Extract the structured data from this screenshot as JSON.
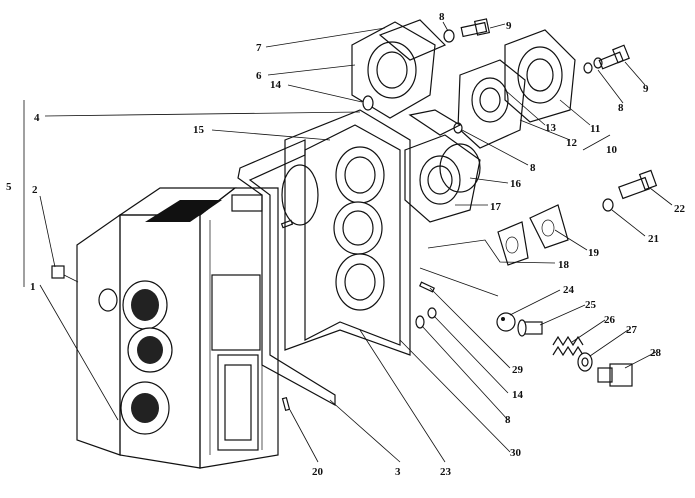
{
  "diagram": {
    "callouts": [
      {
        "id": "c1",
        "text": "1"
      },
      {
        "id": "c2",
        "text": "2"
      },
      {
        "id": "c3",
        "text": "3"
      },
      {
        "id": "c4",
        "text": "4"
      },
      {
        "id": "c5",
        "text": "5"
      },
      {
        "id": "c6",
        "text": "6"
      },
      {
        "id": "c7",
        "text": "7"
      },
      {
        "id": "c8a",
        "text": "8"
      },
      {
        "id": "c8b",
        "text": "8"
      },
      {
        "id": "c8c",
        "text": "8"
      },
      {
        "id": "c8d",
        "text": "8"
      },
      {
        "id": "c9a",
        "text": "9"
      },
      {
        "id": "c9b",
        "text": "9"
      },
      {
        "id": "c10",
        "text": "10"
      },
      {
        "id": "c11",
        "text": "11"
      },
      {
        "id": "c12",
        "text": "12"
      },
      {
        "id": "c13",
        "text": "13"
      },
      {
        "id": "c14a",
        "text": "14"
      },
      {
        "id": "c14b",
        "text": "14"
      },
      {
        "id": "c15",
        "text": "15"
      },
      {
        "id": "c16",
        "text": "16"
      },
      {
        "id": "c17",
        "text": "17"
      },
      {
        "id": "c18",
        "text": "18"
      },
      {
        "id": "c19",
        "text": "19"
      },
      {
        "id": "c20",
        "text": "20"
      },
      {
        "id": "c21",
        "text": "21"
      },
      {
        "id": "c22",
        "text": "22"
      },
      {
        "id": "c23",
        "text": "23"
      },
      {
        "id": "c24",
        "text": "24"
      },
      {
        "id": "c25",
        "text": "25"
      },
      {
        "id": "c26",
        "text": "26"
      },
      {
        "id": "c27",
        "text": "27"
      },
      {
        "id": "c28",
        "text": "28"
      },
      {
        "id": "c29",
        "text": "29"
      },
      {
        "id": "c30",
        "text": "30"
      }
    ]
  }
}
